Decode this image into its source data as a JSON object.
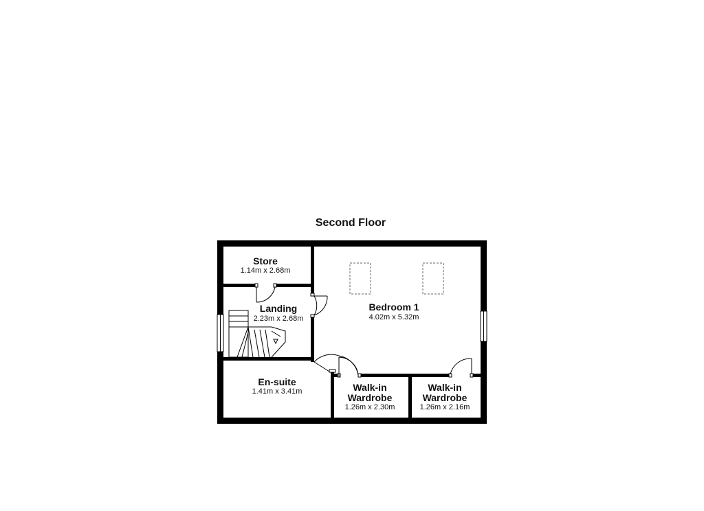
{
  "floor_title": "Second Floor",
  "rooms": [
    {
      "key": "store",
      "name": "Store",
      "dims": "1.14m x 2.68m"
    },
    {
      "key": "landing",
      "name": "Landing",
      "dims": "2.23m x 2.68m"
    },
    {
      "key": "bedroom1",
      "name": "Bedroom 1",
      "dims": "4.02m x 5.32m"
    },
    {
      "key": "ensuite",
      "name": "En-suite",
      "dims": "1.41m x 3.41m"
    },
    {
      "key": "wardrobe1",
      "name_line1": "Walk-in",
      "name_line2": "Wardrobe",
      "dims": "1.26m x 2.30m"
    },
    {
      "key": "wardrobe2",
      "name_line1": "Walk-in",
      "name_line2": "Wardrobe",
      "dims": "1.26m x 2.16m"
    }
  ],
  "colors": {
    "wall": "#000000",
    "background": "#ffffff",
    "text": "#111111"
  }
}
